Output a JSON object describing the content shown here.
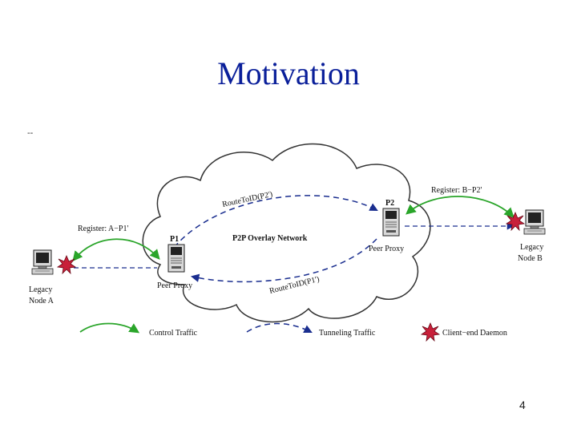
{
  "slide": {
    "title": "Motivation",
    "corner_mark": "--",
    "page_number": "4"
  },
  "diagram": {
    "cloud_label": "P2P Overlay Network",
    "route_top": "RouteToID(P2')",
    "route_bottom": "RouteToID(P1')",
    "register_a": "Register: A−P1'",
    "register_b": "Register: B−P2'",
    "p1_label": "P1",
    "p2_label": "P2",
    "peer_proxy_1": "Peer Proxy",
    "peer_proxy_2": "Peer Proxy",
    "legacy_a_line1": "Legacy",
    "legacy_a_line2": "Node A",
    "legacy_b_line1": "Legacy",
    "legacy_b_line2": "Node B",
    "legend_control": "Control Traffic",
    "legend_tunneling": "Tunneling Traffic",
    "legend_daemon": "Client−end Daemon",
    "colors": {
      "control": "#2aa52a",
      "tunneling": "#1a2e8f",
      "daemon": "#c8203a",
      "cloud_stroke": "#333333"
    }
  }
}
